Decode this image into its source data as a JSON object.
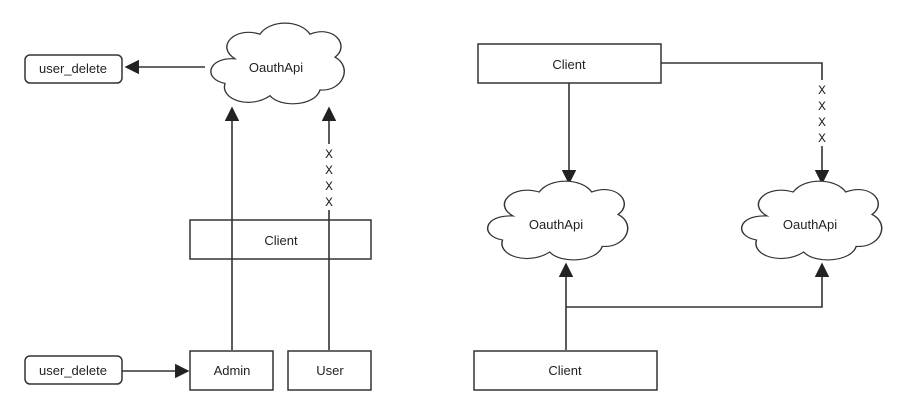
{
  "left": {
    "cloud_label": "OauthApi",
    "scope_top_label": "user_delete",
    "client_label": "Client",
    "scope_bottom_label": "user_delete",
    "admin_label": "Admin",
    "user_label": "User",
    "blocked_mark": [
      "X",
      "X",
      "X",
      "X"
    ]
  },
  "right": {
    "client_top_label": "Client",
    "cloud_left_label": "OauthApi",
    "cloud_right_label": "OauthApi",
    "client_bottom_label": "Client",
    "blocked_mark": [
      "X",
      "X",
      "X",
      "X"
    ]
  }
}
